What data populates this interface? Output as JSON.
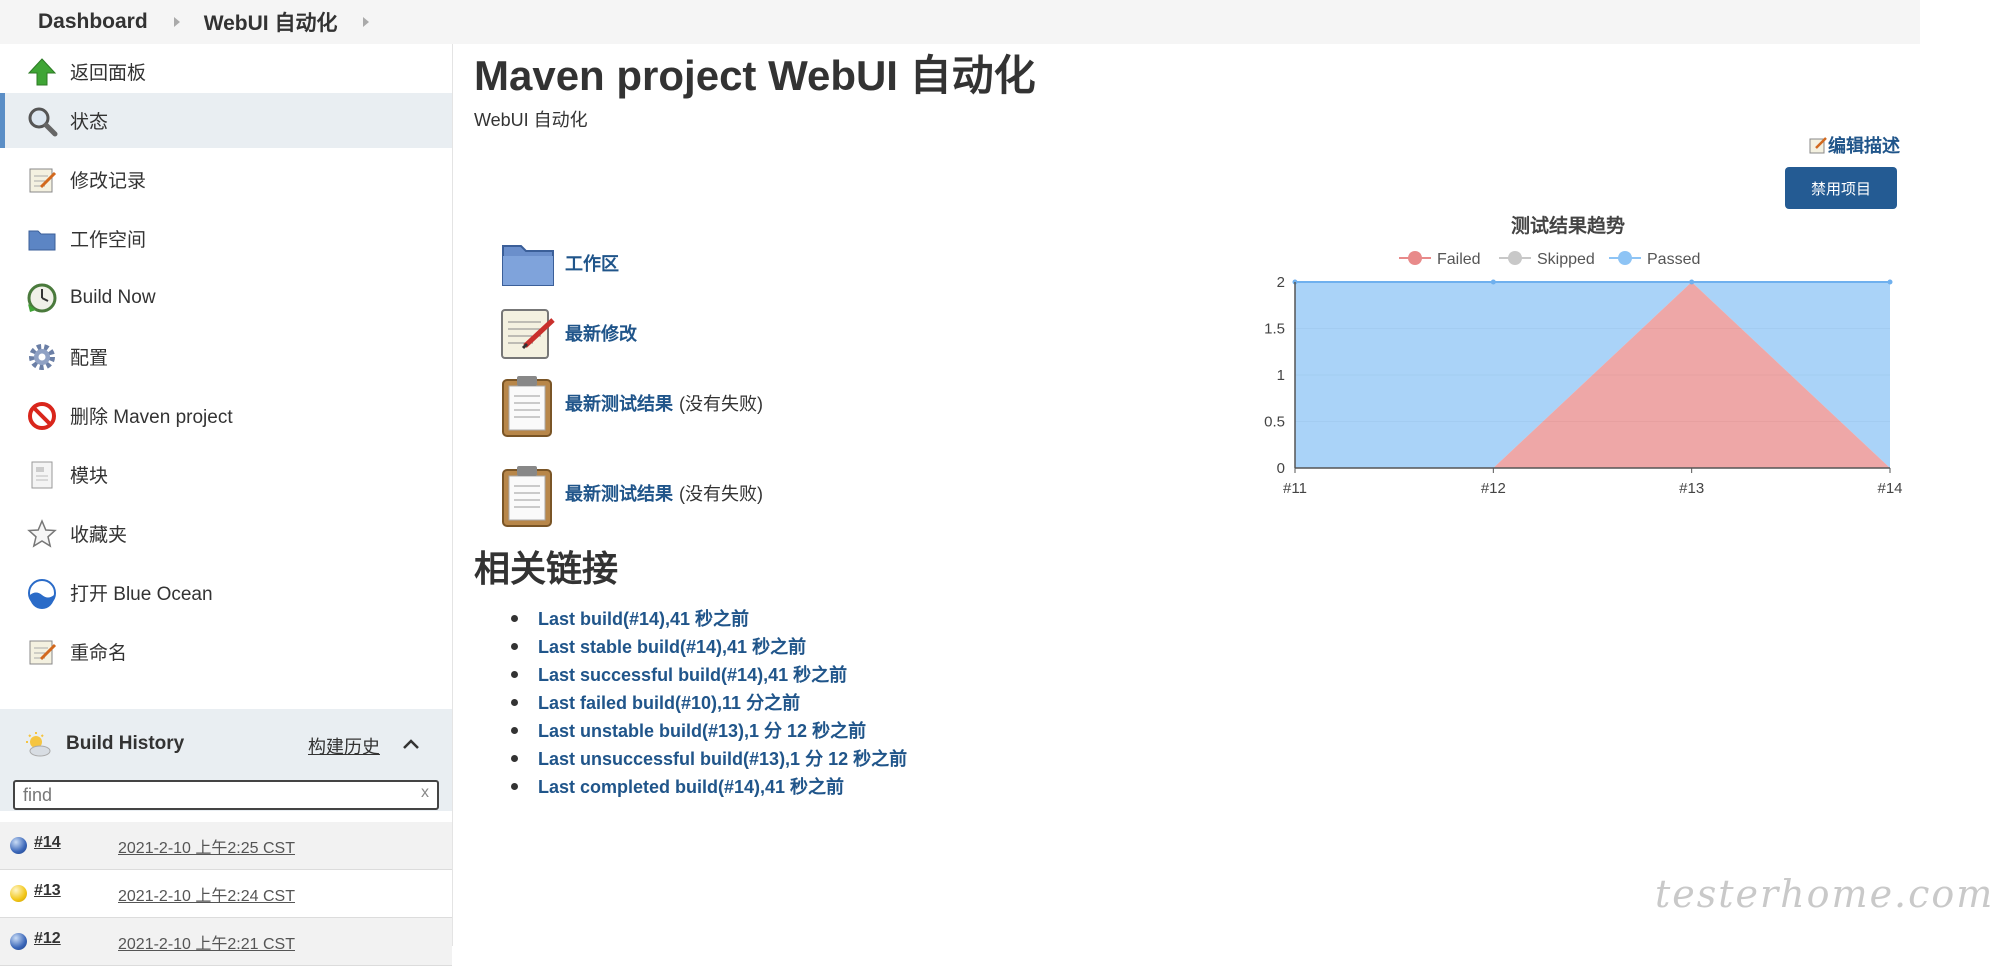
{
  "breadcrumb": [
    "Dashboard",
    "WebUI 自动化"
  ],
  "sidebar": {
    "items": [
      {
        "label": "返回面板",
        "icon": "up-arrow-icon"
      },
      {
        "label": "状态",
        "icon": "magnifier-icon",
        "active": true
      },
      {
        "label": "修改记录",
        "icon": "notepad-icon"
      },
      {
        "label": "工作空间",
        "icon": "folder-icon"
      },
      {
        "label": "Build Now",
        "icon": "clock-icon"
      },
      {
        "label": "配置",
        "icon": "gear-icon"
      },
      {
        "label": "删除 Maven project",
        "icon": "no-entry-icon"
      },
      {
        "label": "模块",
        "icon": "document-icon"
      },
      {
        "label": "收藏夹",
        "icon": "star-icon"
      },
      {
        "label": "打开 Blue Ocean",
        "icon": "blue-ocean-icon"
      },
      {
        "label": "重命名",
        "icon": "notepad-icon"
      }
    ]
  },
  "build_history": {
    "title": "Build History",
    "trend_label": "构建历史",
    "search_value": "find",
    "clear_label": "x",
    "builds": [
      {
        "number": "#14",
        "date": "2021-2-10 上午2:25 CST",
        "status": "blue"
      },
      {
        "number": "#13",
        "date": "2021-2-10 上午2:24 CST",
        "status": "yellow"
      },
      {
        "number": "#12",
        "date": "2021-2-10 上午2:21 CST",
        "status": "blue"
      }
    ]
  },
  "main": {
    "title": "Maven project WebUI 自动化",
    "description": "WebUI 自动化",
    "edit_description": "编辑描述",
    "disable_button": "禁用项目",
    "links": [
      {
        "label": "工作区",
        "suffix": "",
        "icon": "folder-icon"
      },
      {
        "label": "最新修改",
        "suffix": "",
        "icon": "notepad-icon"
      },
      {
        "label": "最新测试结果",
        "suffix": "(没有失败)",
        "icon": "clipboard-icon"
      },
      {
        "label": "最新测试结果",
        "suffix": "(没有失败)",
        "icon": "clipboard-icon"
      }
    ],
    "related_title": "相关链接",
    "related_links": [
      "Last build(#14),41 秒之前",
      "Last stable build(#14),41 秒之前",
      "Last successful build(#14),41 秒之前",
      "Last failed build(#10),11 分之前",
      "Last unstable build(#13),1 分 12 秒之前",
      "Last unsuccessful build(#13),1 分 12 秒之前",
      "Last completed build(#14),41 秒之前"
    ]
  },
  "chart_data": {
    "type": "area",
    "title": "测试结果趋势",
    "categories": [
      "#11",
      "#12",
      "#13",
      "#14"
    ],
    "ylim": [
      0,
      2
    ],
    "yticks": [
      "0",
      "0.5",
      "1",
      "1.5",
      "2"
    ],
    "legend_position": "top",
    "series": [
      {
        "name": "Failed",
        "values": [
          0,
          0,
          2,
          0
        ],
        "color": "#e88a8a"
      },
      {
        "name": "Skipped",
        "values": [
          0,
          0,
          0,
          0
        ],
        "color": "#c8c8c8"
      },
      {
        "name": "Passed",
        "values": [
          2,
          2,
          0,
          2
        ],
        "color": "#8ec4f5"
      }
    ]
  },
  "watermark": "testerhome.com"
}
